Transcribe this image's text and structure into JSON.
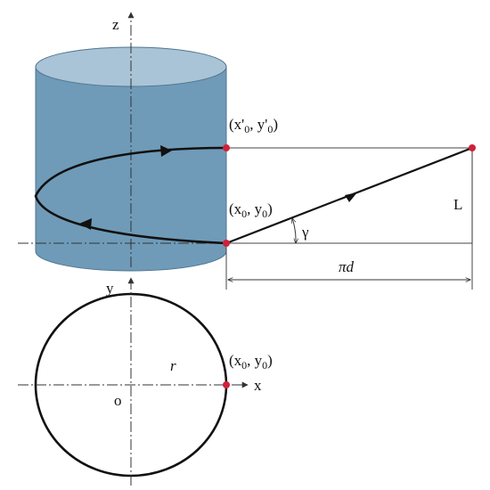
{
  "labels": {
    "z_axis": "z",
    "y_axis": "y",
    "x_axis": "x",
    "origin": "o",
    "radius": "r",
    "gamma": "γ",
    "L": "L",
    "pi_d": "πd",
    "point_top": {
      "open": "(x'",
      "s1": "0",
      "mid": ", y'",
      "s2": "0",
      "close": ")"
    },
    "point_bottom": {
      "open": "(x",
      "s1": "0",
      "mid": ", y",
      "s2": "0",
      "close": ")"
    },
    "point_circle": {
      "open": "(x",
      "s1": "0",
      "mid": ", y",
      "s2": "0",
      "close": ")"
    }
  },
  "colors": {
    "cylinder_body": "#6f9bb8",
    "cylinder_top": "#a9c4d6",
    "cylinder_stroke": "#4f7590",
    "curve": "#111111",
    "point_marker": "#d0213a",
    "thin_line": "#444444"
  }
}
